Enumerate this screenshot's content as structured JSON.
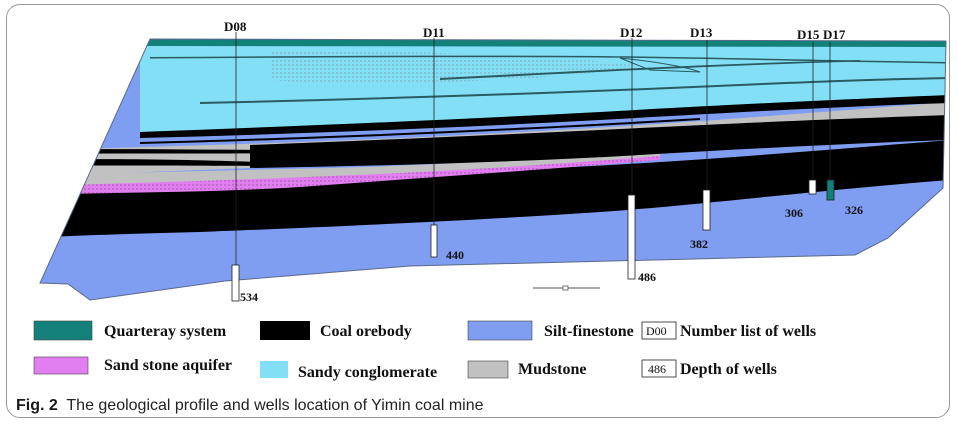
{
  "colors": {
    "quarteray": "#13807a",
    "coal": "#000000",
    "silt": "#7f9df1",
    "sandstone": "#e27ff0",
    "conglomerate": "#83dff5",
    "mudstone": "#c1c1c1"
  },
  "wells": [
    {
      "id": "D08",
      "depth": "534"
    },
    {
      "id": "D11",
      "depth": "440"
    },
    {
      "id": "D12",
      "depth": "486"
    },
    {
      "id": "D13",
      "depth": "382"
    },
    {
      "id": "D15",
      "depth": "306"
    },
    {
      "id": "D17",
      "depth": "326"
    }
  ],
  "legend": [
    {
      "label": "Quarteray system",
      "color": "#13807a"
    },
    {
      "label": "Coal orebody",
      "color": "#000000"
    },
    {
      "label": "Silt-finestone",
      "color": "#7f9df1"
    },
    {
      "label": "Sand stone aquifer",
      "color": "#e27ff0"
    },
    {
      "label": "Sandy conglomerate",
      "color": "#83dff5"
    },
    {
      "label": "Mudstone",
      "color": "#c1c1c1"
    }
  ],
  "legend_keys": [
    {
      "box": "D00",
      "label": "Number list of wells"
    },
    {
      "box": "486",
      "label": "Depth of wells"
    }
  ],
  "caption": {
    "fig": "Fig. 2",
    "text": "The geological profile and wells location of Yimin coal mine"
  }
}
